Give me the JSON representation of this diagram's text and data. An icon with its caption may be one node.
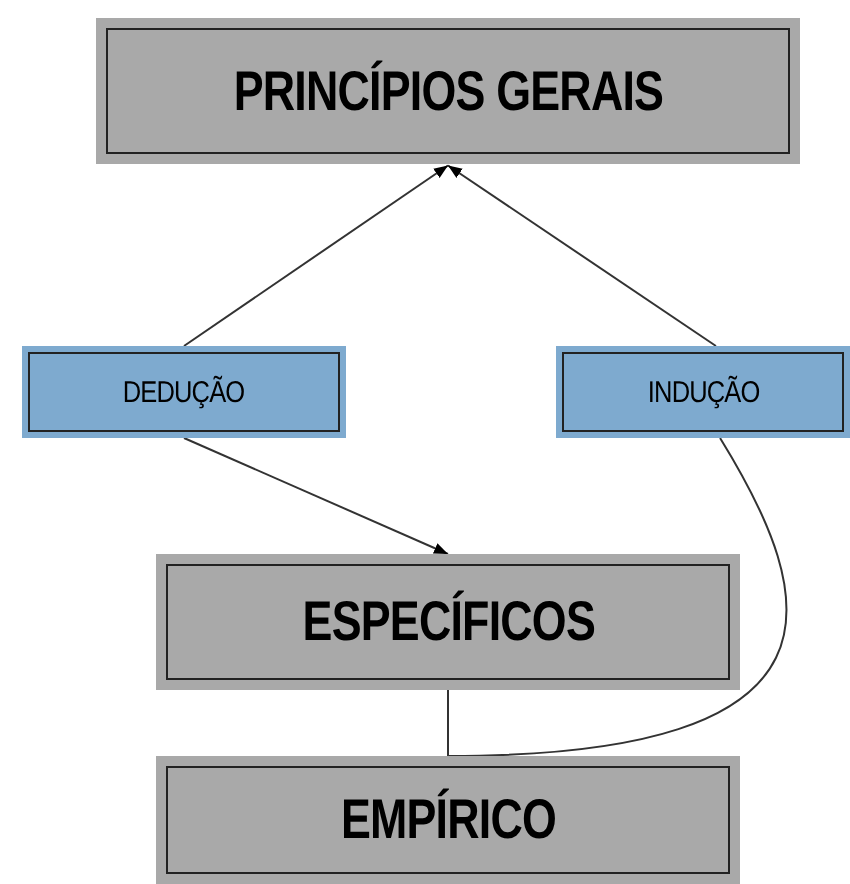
{
  "diagram": {
    "nodes": [
      {
        "text": [
          "PRINCÍPIOS GERAIS"
        ]
      },
      {
        "text": [
          "DEDUÇÃO"
        ]
      },
      {
        "text": [
          "INDUÇÃO"
        ]
      },
      {
        "text": [
          "ESPECÍFICOS"
        ]
      },
      {
        "text": [
          "EMPÍRICO"
        ]
      }
    ],
    "edges": [
      {
        "from": 1,
        "to": 0,
        "arrow": "to"
      },
      {
        "from": 2,
        "to": 0,
        "arrow": "to"
      },
      {
        "from": 1,
        "to": 3,
        "arrow": "to"
      },
      {
        "from": 3,
        "to": 4,
        "arrow": "none"
      },
      {
        "from": 4,
        "to": 2,
        "arrow": "none"
      }
    ]
  }
}
